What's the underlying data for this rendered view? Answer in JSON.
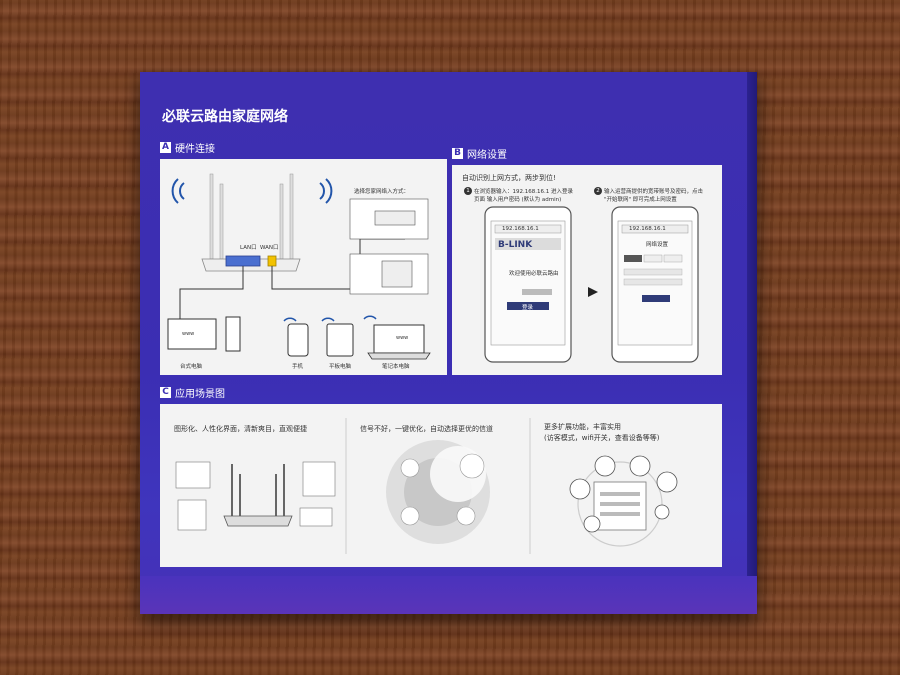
{
  "header": {
    "title": "必联云路由家庭网络"
  },
  "section_a": {
    "tag": "A",
    "label": "硬件连接",
    "lan_label": "LAN口",
    "wan_label": "WAN口",
    "select_text": "选择您家网络入方式：",
    "device_labels": [
      "台式电脑",
      "手机",
      "平板电脑",
      "笔记本电脑"
    ],
    "screen_text": "www"
  },
  "section_b": {
    "tag": "B",
    "label": "网络设置",
    "intro": "自动识别上网方式，两步到位!",
    "step1_num": "1",
    "step1_text": "在浏览器输入：192.168.16.1 进入登录页面 输入用户密码 (默认为 admin)",
    "step2_num": "2",
    "step2_text": "输入运营商提供的宽带账号及密码，点击 \"开始联网\" 即可完成上网设置",
    "address": "192.168.16.1",
    "brand": "B-LINK",
    "login_text": "欢迎使用必联云路由",
    "login_button": "登录",
    "settings_title": "网络设置"
  },
  "section_c": {
    "tag": "C",
    "label": "应用场景图",
    "col1": "图形化、人性化界面，清新爽目，直观便捷",
    "col2": "信号不好，一键优化，自动选择更优的信道",
    "col3_line1": "更多扩展功能，丰富实用",
    "col3_line2": "(访客模式，wifi开关，查看设备等等)"
  },
  "colors": {
    "box_blue": "#3b2eb3",
    "panel": "#f3f3f3",
    "wood": "#7a4322"
  }
}
